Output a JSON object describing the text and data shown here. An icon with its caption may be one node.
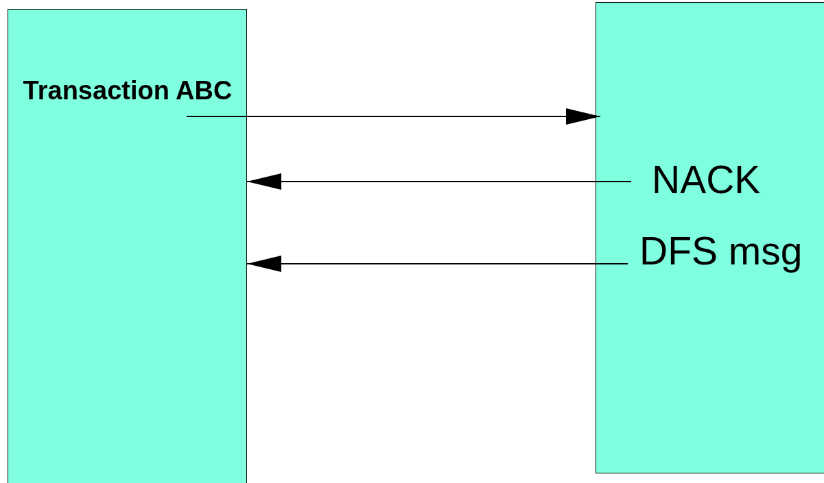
{
  "diagram": {
    "nodes": [
      {
        "text": [],
        "shape": "box"
      },
      {
        "text": [],
        "shape": "box"
      }
    ],
    "edges": [
      {
        "from": 0,
        "to": 1,
        "arrow": "to",
        "label": "Transaction ABC"
      },
      {
        "from": 1,
        "to": 0,
        "arrow": "to",
        "label": "NACK"
      },
      {
        "from": 1,
        "to": 0,
        "arrow": "to",
        "label": "DFS msg"
      }
    ]
  }
}
